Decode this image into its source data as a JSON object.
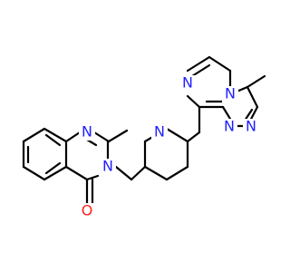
{
  "molecule": {
    "atom_labels": [
      "N",
      "N",
      "O",
      "N",
      "N",
      "N",
      "N",
      "N"
    ],
    "colors": {
      "bond": "#000000",
      "nitrogen": "#1f1fff",
      "oxygen": "#ff1f1f",
      "background": "#ffffff"
    }
  }
}
